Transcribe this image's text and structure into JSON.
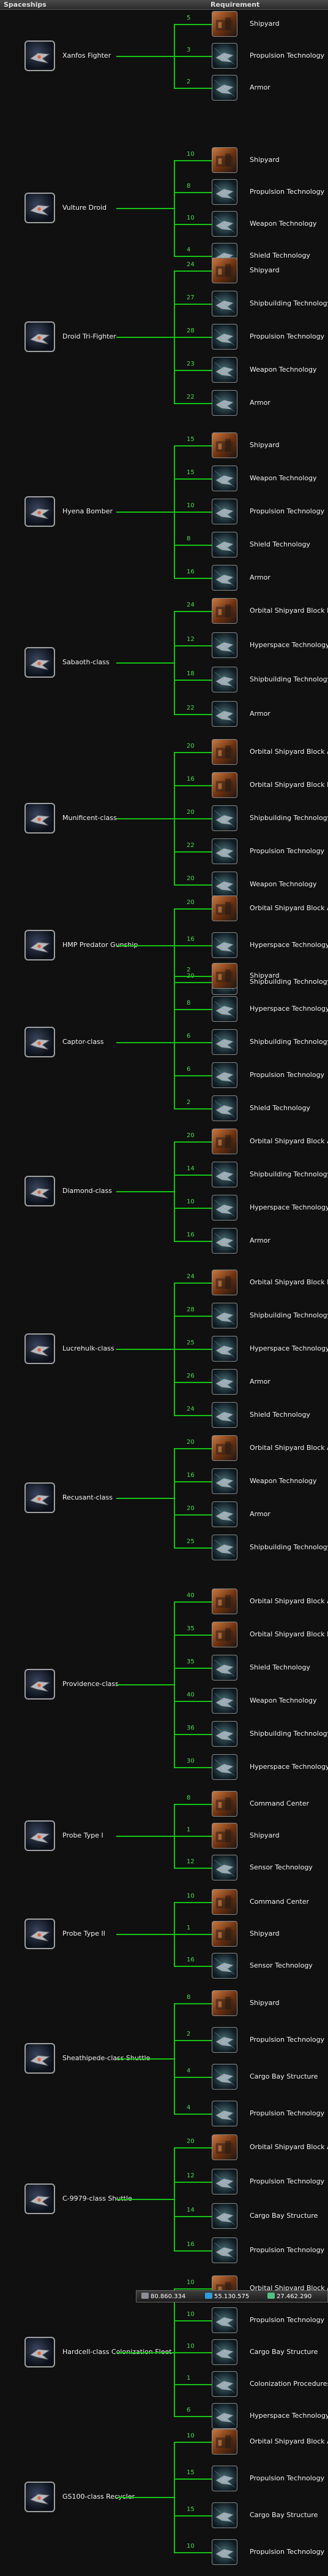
{
  "header": {
    "left_title": "Spaceships",
    "right_title": "Requirement"
  },
  "colors": {
    "connector": "#15c215",
    "level_text": "#4ddc4d"
  },
  "ships": [
    {
      "name": "Xanfos Fighter",
      "icon": "fighter-icon",
      "requirements": [
        {
          "level": "5",
          "name": "Shipyard",
          "kind": "building"
        },
        {
          "level": "3",
          "name": "Propulsion Technology",
          "kind": "research"
        },
        {
          "level": "2",
          "name": "Armor",
          "kind": "research"
        }
      ]
    },
    {
      "name": "Vulture Droid",
      "icon": "droid-fighter-icon",
      "requirements": [
        {
          "level": "10",
          "name": "Shipyard",
          "kind": "building"
        },
        {
          "level": "8",
          "name": "Propulsion Technology",
          "kind": "research"
        },
        {
          "level": "10",
          "name": "Weapon Technology",
          "kind": "research"
        },
        {
          "level": "4",
          "name": "Shield Technology",
          "kind": "research"
        }
      ]
    },
    {
      "name": "Droid Tri-Fighter",
      "icon": "tri-fighter-icon",
      "requirements": [
        {
          "level": "24",
          "name": "Shipyard",
          "kind": "building"
        },
        {
          "level": "27",
          "name": "Shipbuilding Technology",
          "kind": "research"
        },
        {
          "level": "28",
          "name": "Propulsion Technology",
          "kind": "research"
        },
        {
          "level": "23",
          "name": "Weapon Technology",
          "kind": "research"
        },
        {
          "level": "22",
          "name": "Armor",
          "kind": "research"
        }
      ]
    },
    {
      "name": "Hyena Bomber",
      "icon": "bomber-icon",
      "requirements": [
        {
          "level": "15",
          "name": "Shipyard",
          "kind": "building"
        },
        {
          "level": "15",
          "name": "Weapon Technology",
          "kind": "research"
        },
        {
          "level": "10",
          "name": "Propulsion Technology",
          "kind": "research"
        },
        {
          "level": "8",
          "name": "Shield Technology",
          "kind": "research"
        },
        {
          "level": "16",
          "name": "Armor",
          "kind": "research"
        }
      ]
    },
    {
      "name": "Sabaoth-class",
      "icon": "frigate-icon",
      "requirements": [
        {
          "level": "24",
          "name": "Orbital Shipyard Block B",
          "kind": "building"
        },
        {
          "level": "12",
          "name": "Hyperspace Technology",
          "kind": "research"
        },
        {
          "level": "18",
          "name": "Shipbuilding Technology",
          "kind": "research"
        },
        {
          "level": "22",
          "name": "Armor",
          "kind": "research"
        }
      ]
    },
    {
      "name": "Munificent-class",
      "icon": "frigate-icon",
      "requirements": [
        {
          "level": "20",
          "name": "Orbital Shipyard Block A",
          "kind": "building"
        },
        {
          "level": "16",
          "name": "Orbital Shipyard Block B",
          "kind": "building"
        },
        {
          "level": "20",
          "name": "Shipbuilding Technology",
          "kind": "research"
        },
        {
          "level": "22",
          "name": "Propulsion Technology",
          "kind": "research"
        },
        {
          "level": "20",
          "name": "Weapon Technology",
          "kind": "research"
        }
      ]
    },
    {
      "name": "HMP Predator Gunship",
      "icon": "gunship-icon",
      "requirements": [
        {
          "level": "20",
          "name": "Orbital Shipyard Block A",
          "kind": "building"
        },
        {
          "level": "16",
          "name": "Hyperspace Technology",
          "kind": "research"
        },
        {
          "level": "20",
          "name": "Shipbuilding Technology",
          "kind": "research"
        }
      ]
    },
    {
      "name": "Captor-class",
      "icon": "captor-icon",
      "requirements": [
        {
          "level": "2",
          "name": "Shipyard",
          "kind": "building"
        },
        {
          "level": "8",
          "name": "Hyperspace Technology",
          "kind": "research"
        },
        {
          "level": "6",
          "name": "Shipbuilding Technology",
          "kind": "research"
        },
        {
          "level": "6",
          "name": "Propulsion Technology",
          "kind": "research"
        },
        {
          "level": "2",
          "name": "Shield Technology",
          "kind": "research"
        }
      ]
    },
    {
      "name": "Diamond-class",
      "icon": "diamond-cruiser-icon",
      "requirements": [
        {
          "level": "20",
          "name": "Orbital Shipyard Block A",
          "kind": "building"
        },
        {
          "level": "14",
          "name": "Shipbuilding Technology",
          "kind": "research"
        },
        {
          "level": "10",
          "name": "Hyperspace Technology",
          "kind": "research"
        },
        {
          "level": "16",
          "name": "Armor",
          "kind": "research"
        }
      ]
    },
    {
      "name": "Lucrehulk-class",
      "icon": "lucrehulk-icon",
      "requirements": [
        {
          "level": "24",
          "name": "Orbital Shipyard Block B",
          "kind": "building"
        },
        {
          "level": "28",
          "name": "Shipbuilding Technology",
          "kind": "research"
        },
        {
          "level": "25",
          "name": "Hyperspace Technology",
          "kind": "research"
        },
        {
          "level": "26",
          "name": "Armor",
          "kind": "research"
        },
        {
          "level": "24",
          "name": "Shield Technology",
          "kind": "research"
        }
      ]
    },
    {
      "name": "Recusant-class",
      "icon": "destroyer-icon",
      "requirements": [
        {
          "level": "20",
          "name": "Orbital Shipyard Block A",
          "kind": "building"
        },
        {
          "level": "16",
          "name": "Weapon Technology",
          "kind": "research"
        },
        {
          "level": "20",
          "name": "Armor",
          "kind": "research"
        },
        {
          "level": "25",
          "name": "Shipbuilding Technology",
          "kind": "research"
        }
      ]
    },
    {
      "name": "Providence-class",
      "icon": "carrier-icon",
      "requirements": [
        {
          "level": "40",
          "name": "Orbital Shipyard Block A",
          "kind": "building"
        },
        {
          "level": "35",
          "name": "Orbital Shipyard Block B",
          "kind": "building"
        },
        {
          "level": "35",
          "name": "Shield Technology",
          "kind": "research"
        },
        {
          "level": "40",
          "name": "Weapon Technology",
          "kind": "research"
        },
        {
          "level": "36",
          "name": "Shipbuilding Technology",
          "kind": "research"
        },
        {
          "level": "30",
          "name": "Hyperspace Technology",
          "kind": "research"
        }
      ]
    },
    {
      "name": "Probe Type I",
      "icon": "probe-icon",
      "requirements": [
        {
          "level": "8",
          "name": "Command Center",
          "kind": "building"
        },
        {
          "level": "1",
          "name": "Shipyard",
          "kind": "building"
        },
        {
          "level": "12",
          "name": "Sensor Technology",
          "kind": "research"
        }
      ]
    },
    {
      "name": "Probe Type II",
      "icon": "probe-icon",
      "requirements": [
        {
          "level": "10",
          "name": "Command Center",
          "kind": "building"
        },
        {
          "level": "1",
          "name": "Shipyard",
          "kind": "building"
        },
        {
          "level": "16",
          "name": "Sensor Technology",
          "kind": "research"
        }
      ]
    },
    {
      "name": "Sheathipede-class Shuttle",
      "icon": "shuttle-icon",
      "requirements": [
        {
          "level": "8",
          "name": "Shipyard",
          "kind": "building"
        },
        {
          "level": "2",
          "name": "Propulsion Technology",
          "kind": "research"
        },
        {
          "level": "4",
          "name": "Cargo Bay Structure",
          "kind": "research"
        },
        {
          "level": "4",
          "name": "Propulsion Technology",
          "kind": "research"
        }
      ]
    },
    {
      "name": "C-9979-class Shuttle",
      "icon": "landing-craft-icon",
      "requirements": [
        {
          "level": "20",
          "name": "Orbital Shipyard Block A",
          "kind": "building"
        },
        {
          "level": "12",
          "name": "Propulsion Technology",
          "kind": "research"
        },
        {
          "level": "14",
          "name": "Cargo Bay Structure",
          "kind": "research"
        },
        {
          "level": "16",
          "name": "Propulsion Technology",
          "kind": "research"
        }
      ]
    },
    {
      "name": "Hardcell-class Colonization Fleet",
      "icon": "colony-ship-icon",
      "requirements": [
        {
          "level": "10",
          "name": "Orbital Shipyard Block A",
          "kind": "building"
        },
        {
          "level": "10",
          "name": "Propulsion Technology",
          "kind": "research"
        },
        {
          "level": "10",
          "name": "Cargo Bay Structure",
          "kind": "research"
        },
        {
          "level": "1",
          "name": "Colonization Procedures",
          "kind": "research"
        },
        {
          "level": "6",
          "name": "Hyperspace Technology",
          "kind": "research"
        }
      ]
    },
    {
      "name": "GS100-class Recycler",
      "icon": "recycler-icon",
      "requirements": [
        {
          "level": "10",
          "name": "Orbital Shipyard Block A",
          "kind": "building"
        },
        {
          "level": "15",
          "name": "Propulsion Technology",
          "kind": "research"
        },
        {
          "level": "15",
          "name": "Cargo Bay Structure",
          "kind": "research"
        },
        {
          "level": "10",
          "name": "Propulsion Technology",
          "kind": "research"
        }
      ]
    }
  ],
  "resources": [
    {
      "value": "80.860.334",
      "icon": "metal-icon",
      "color": "#8a8f96"
    },
    {
      "value": "55.130.575",
      "icon": "crystal-icon",
      "color": "#2f9be0"
    },
    {
      "value": "27.462.290",
      "icon": "deuterium-icon",
      "color": "#4fc07f"
    }
  ]
}
